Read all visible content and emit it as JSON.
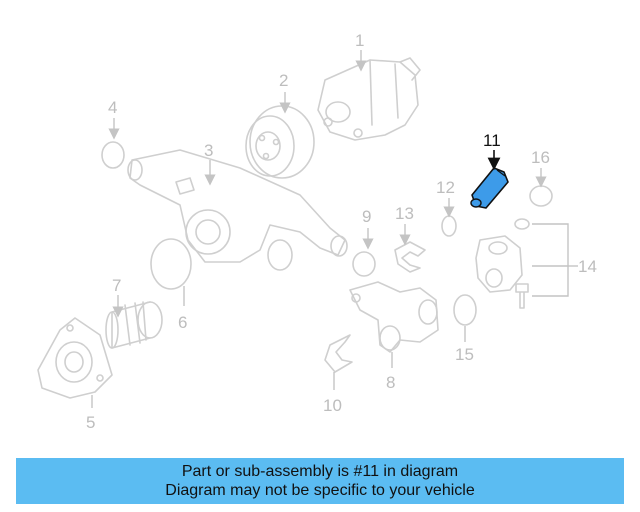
{
  "callouts": {
    "c1": "1",
    "c2": "2",
    "c3": "3",
    "c4": "4",
    "c5": "5",
    "c6": "6",
    "c7": "7",
    "c8": "8",
    "c9": "9",
    "c10": "10",
    "c11": "11",
    "c12": "12",
    "c13": "13",
    "c14": "14",
    "c15": "15",
    "c16": "16"
  },
  "highlight": {
    "part": "11",
    "color": "#3d9be9"
  },
  "banner": {
    "line1": "Part or sub-assembly is #11 in diagram",
    "line2": "Diagram may not be specific to your vehicle",
    "color": "#5bbcf2"
  }
}
